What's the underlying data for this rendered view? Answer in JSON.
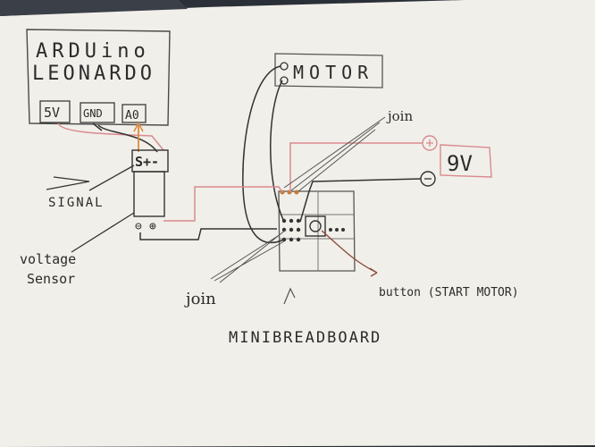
{
  "diagram": {
    "arduino": {
      "line1": "ARDUino",
      "line2": "LEONARDO",
      "pin_5v": "5V",
      "pin_gnd": "GND",
      "pin_a0": "A0"
    },
    "sensor": {
      "pins": "S+-",
      "minus": "⊖",
      "plus": "⊕"
    },
    "labels": {
      "signal": "SIGNAL",
      "voltage_line1": "voltage",
      "voltage_line2": "Sensor",
      "motor": "MOTOR",
      "battery": "9V",
      "join_top": "join",
      "join_bottom": "join",
      "button": "button (START MOTOR)",
      "breadboard": "MINIBREADBOARD"
    },
    "colors": {
      "paper": "#f3f1ec",
      "ink": "#2b2b2b",
      "red": "#d9707a",
      "orange": "#e0893a",
      "background": "#2a2f38"
    }
  }
}
